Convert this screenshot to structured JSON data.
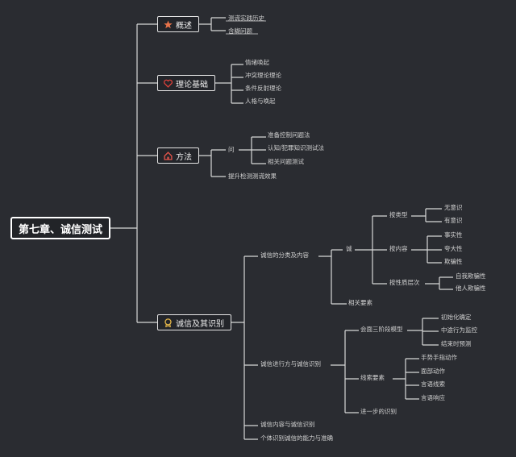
{
  "root": "第七章、诚信测试",
  "branches": [
    {
      "label": "概述",
      "icon": "star-icon",
      "color": "#e8734a",
      "children": [
        "测谎实践历史",
        "含糊问题"
      ]
    },
    {
      "label": "理论基础",
      "icon": "heart-icon",
      "color": "#d9403a",
      "children": [
        "情绪唤起",
        "冲突理论理论",
        "条件反射理论",
        "人格与唤起"
      ]
    },
    {
      "label": "方法",
      "icon": "house-icon",
      "color": "#e2544a",
      "sub": "问",
      "sub_children": [
        "准备控制问题法",
        "认知/犯罪知识测试法",
        "相关问题测试"
      ],
      "extra": "提升检测测谎效果"
    },
    {
      "label": "诚信及其识别",
      "icon": "medal-icon",
      "color": "#e6b84a",
      "groups": [
        {
          "label": "诚信的分类及内容",
          "sub": "诚",
          "items": [
            {
              "label": "按类型",
              "children": [
                "无意识",
                "有意识"
              ]
            },
            {
              "label": "按内容",
              "children": [
                "事实性",
                "夸大性",
                "欺骗性"
              ]
            },
            {
              "label": "按性质层次",
              "children": [
                "自我欺骗性",
                "他人欺骗性"
              ]
            }
          ],
          "extra": "相关要素"
        },
        {
          "label": "诚信进行方与诚信识别",
          "items": [
            {
              "label": "会面三阶段模型",
              "children": [
                "初始化确定",
                "中途行为监控",
                "结束时预测"
              ]
            },
            {
              "label": "线索要素",
              "children": [
                "手势手指动作",
                "面部动作",
                "言语线索",
                "言语响应"
              ]
            },
            {
              "label": "进一步的识别",
              "children": []
            }
          ]
        },
        {
          "label": "诚信内容与诚信识别"
        },
        {
          "label": "个体识别诚信的能力与准确"
        }
      ]
    }
  ]
}
